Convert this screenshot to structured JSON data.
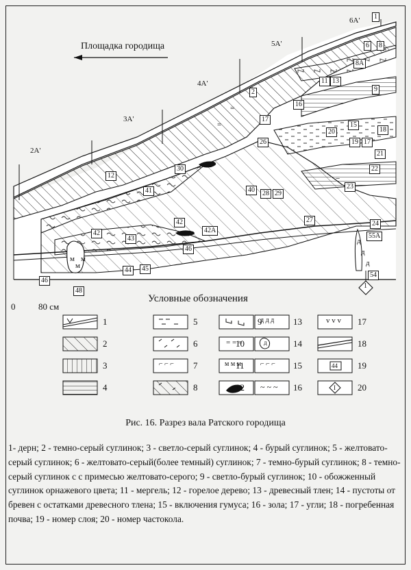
{
  "figure": {
    "site_label": "Площадка городища",
    "profile_labels": [
      "2А'",
      "3А'",
      "4А'",
      "5А'",
      "6А'"
    ],
    "boxed_layer_numbers": [
      "1",
      "2",
      "6",
      "8",
      "8А",
      "11",
      "13",
      "9",
      "16",
      "15",
      "17",
      "18",
      "19",
      "17",
      "20",
      "21",
      "26",
      "22",
      "23",
      "24",
      "55А",
      "54",
      "12",
      "41",
      "30",
      "28",
      "29",
      "40",
      "27",
      "42",
      "42А",
      "42",
      "43",
      "45",
      "44",
      "46",
      "46",
      "48"
    ],
    "plain_labels": [
      "=",
      "=",
      "=",
      "м",
      "м",
      "м",
      "д",
      "д",
      "д"
    ],
    "palisade_number": "1",
    "scale": {
      "zero": "0",
      "value": "80 см"
    }
  },
  "legend": {
    "title": "Условные обозначения",
    "items": [
      "1",
      "2",
      "3",
      "4",
      "5",
      "6",
      "7",
      "8",
      "9",
      "10",
      "11",
      "12",
      "13",
      "14",
      "15",
      "16",
      "17",
      "18",
      "19",
      "20"
    ],
    "symbol_texts": {
      "s7": "⌐ ⌐ ⌐",
      "s9": "⌐ ⌐",
      "s10": "= = =",
      "s11": "м м м",
      "s13": "д д д",
      "s14": "д",
      "s15": "⌐ ⌐ ⌐",
      "s16": "~ ~ ~",
      "s17": "v v v",
      "s19": "44",
      "s20": "I"
    }
  },
  "caption": "Рис. 16. Разрез вала Ратского городища",
  "description": "1- дерн; 2 - темно-серый суглинок; 3 - светло-серый суглинок; 4 - бурый суглинок; 5 - желтовато-серый суглинок; 6 - желтовато-серый(более темный) суглинок; 7 - темно-бурый суглинок; 8 - темно-серый суглинок с с примесью желтовато-серого; 9 - светло-бурый суглинок; 10 - обожженный суглинок орнажевого цвета; 11 - мергель; 12 - горелое дерево; 13 - древесный тлен; 14 - пустоты от бревен с остатками древесного тлена; 15 - включения гумуса; 16 - зола; 17 - угли; 18 - погребенная почва; 19 - номер слоя; 20 - номер частокола."
}
